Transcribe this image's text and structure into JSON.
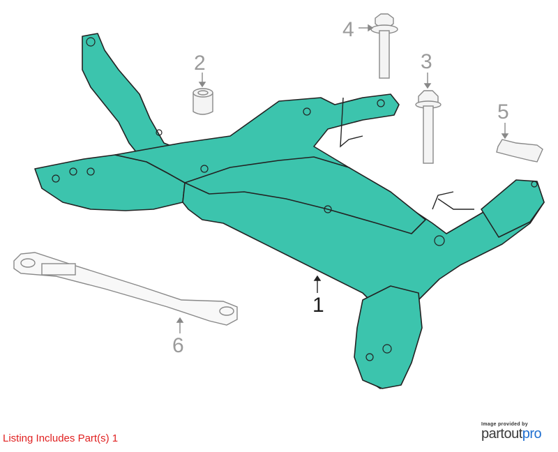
{
  "callouts": {
    "c1": "1",
    "c2": "2",
    "c3": "3",
    "c4": "4",
    "c5": "5",
    "c6": "6"
  },
  "footer": {
    "listing_text": "Listing Includes Part(s) 1",
    "credit_text": "Image provided by",
    "brand_part1": "partout",
    "brand_part2": "pro"
  },
  "colors": {
    "part_fill": "#3cc4ad",
    "outline": "#222222",
    "callout_gray": "#9a9a9a",
    "listing_red": "#e02020",
    "brand_blue": "#1f6fd0"
  }
}
